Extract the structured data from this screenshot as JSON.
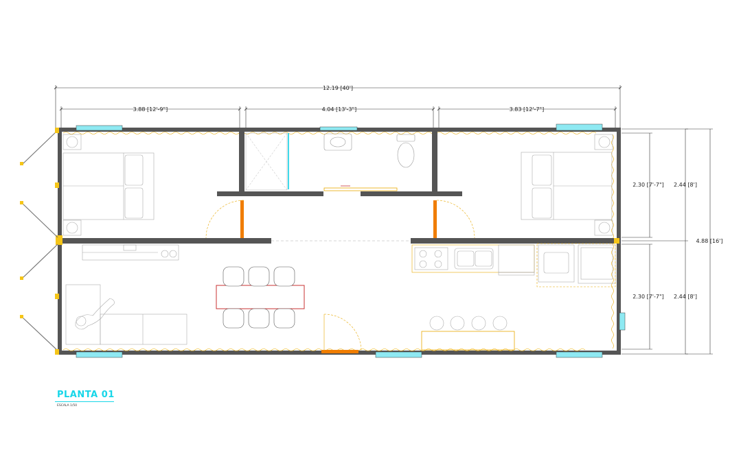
{
  "plan": {
    "title": "PLANTA 01",
    "scale": "ESCALA 1/50"
  },
  "dimensions": {
    "overall_length": "12.19 [40']",
    "room_left": "3.88 [12'-9\"]",
    "room_center": "4.04 [13'-3\"]",
    "room_right": "3.83 [12'-7\"]",
    "inner_height_top": "2.30 [7'-7\"]",
    "inner_height_bottom": "2.30 [7'-7\"]",
    "module_height_top": "2.44 [8']",
    "module_height_bottom": "2.44 [8']",
    "overall_width": "4.88 [16']"
  },
  "colors": {
    "wall": "#555555",
    "window": "#8ee9f2",
    "door": "#f07d00",
    "swing": "#e8a800",
    "table": "#c83232",
    "accent": "#17d6e8"
  }
}
